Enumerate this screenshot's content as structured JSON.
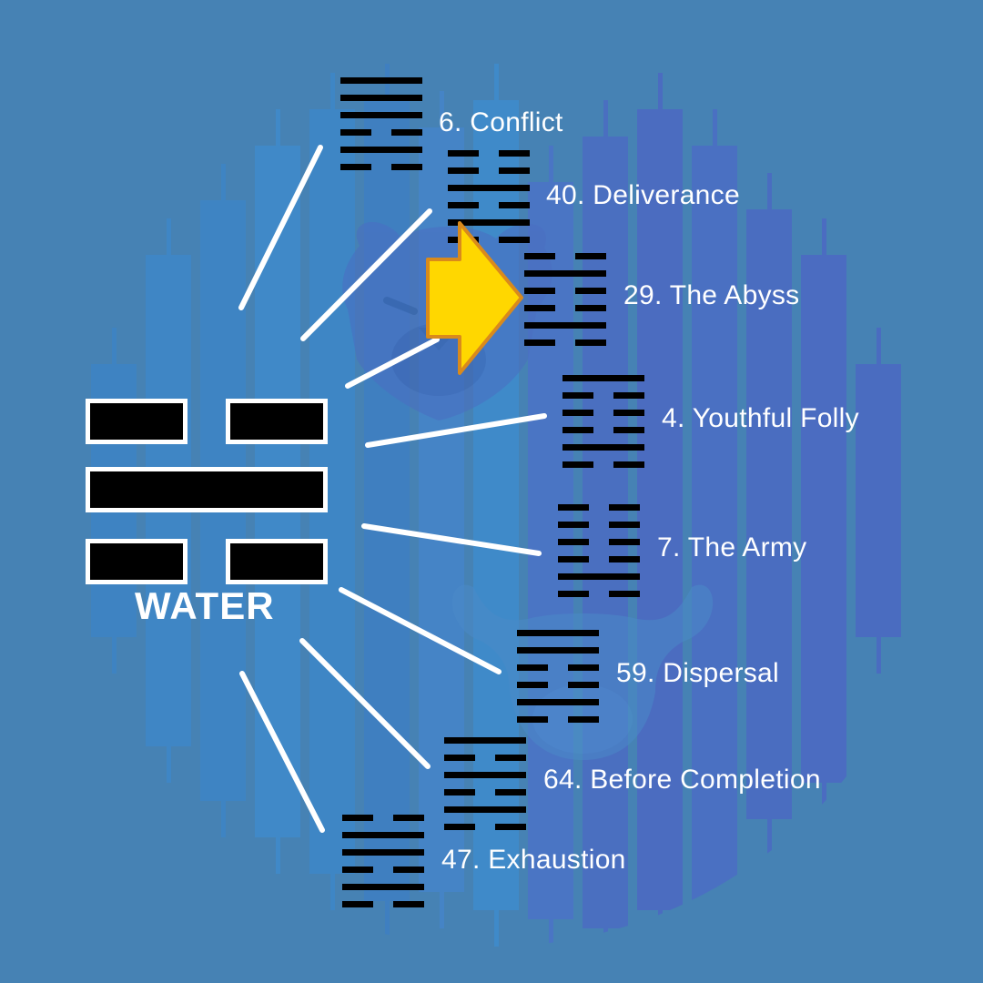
{
  "trigram": {
    "name": "WATER",
    "lines": [
      "broken",
      "solid",
      "broken"
    ]
  },
  "hexagrams": [
    {
      "label": "6. Conflict",
      "lines": [
        "solid",
        "solid",
        "solid",
        "broken",
        "solid",
        "broken"
      ]
    },
    {
      "label": "40. Deliverance",
      "lines": [
        "broken",
        "broken",
        "solid",
        "broken",
        "solid",
        "broken"
      ]
    },
    {
      "label": "29. The Abyss",
      "lines": [
        "broken",
        "solid",
        "broken",
        "broken",
        "solid",
        "broken"
      ]
    },
    {
      "label": "4. Youthful Folly",
      "lines": [
        "solid",
        "broken",
        "broken",
        "broken",
        "solid",
        "broken"
      ]
    },
    {
      "label": "7. The Army",
      "lines": [
        "broken",
        "broken",
        "broken",
        "broken",
        "solid",
        "broken"
      ]
    },
    {
      "label": "59. Dispersal",
      "lines": [
        "solid",
        "solid",
        "broken",
        "broken",
        "solid",
        "broken"
      ]
    },
    {
      "label": "64. Before Completion",
      "lines": [
        "solid",
        "broken",
        "solid",
        "broken",
        "solid",
        "broken"
      ]
    },
    {
      "label": "47. Exhaustion",
      "lines": [
        "broken",
        "solid",
        "solid",
        "broken",
        "solid",
        "broken"
      ]
    }
  ],
  "colors": {
    "background": "#4682b4",
    "arrow": "#ffd700",
    "arrow_outline": "#d98a1c",
    "connector": "#ffffff"
  },
  "icons": [
    "bear-head-icon",
    "bull-head-icon",
    "arrow-right-icon"
  ]
}
